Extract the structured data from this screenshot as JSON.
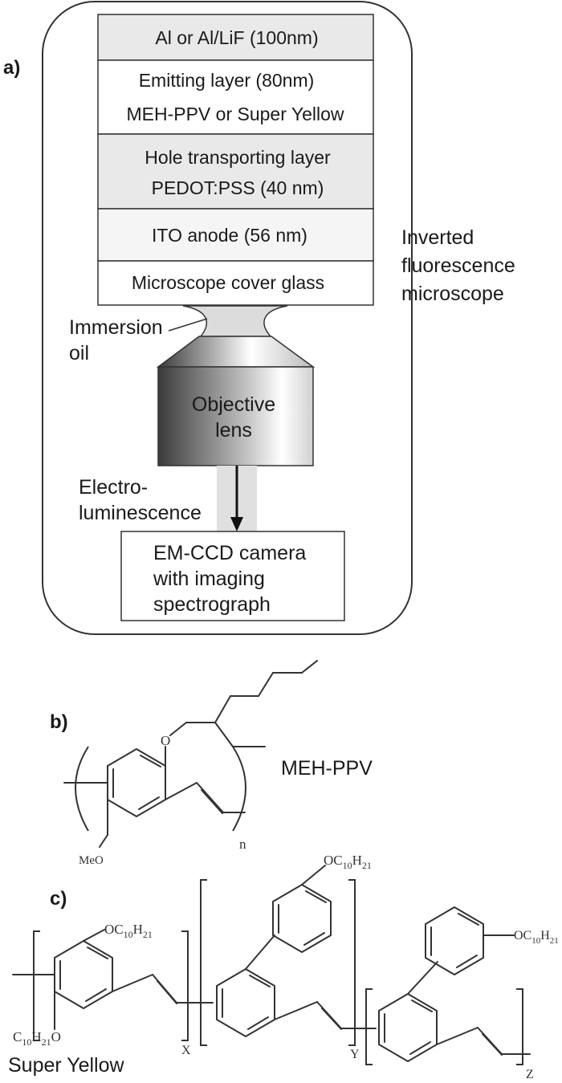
{
  "panels": {
    "a": "a)",
    "b": "b)",
    "c": "c)"
  },
  "stack": {
    "layers": [
      {
        "lines": [
          "Al or Al/LiF  (100nm)"
        ],
        "fill": "#e9e9e9"
      },
      {
        "lines": [
          "Emitting layer (80nm)",
          "MEH-PPV or Super Yellow"
        ],
        "fill": "#ffffff"
      },
      {
        "lines": [
          "Hole transporting layer",
          "PEDOT:PSS   (40 nm)"
        ],
        "fill": "#e9e9e9"
      },
      {
        "lines": [
          "ITO  anode (56 nm)"
        ],
        "fill": "#f5f5f5"
      },
      {
        "lines": [
          "Microscope cover glass"
        ],
        "fill": "#ffffff"
      }
    ]
  },
  "microscope_label": [
    "Inverted",
    "fluorescence",
    "microscope"
  ],
  "immersion_oil": [
    "Immersion",
    "oil"
  ],
  "objective": [
    "Objective",
    "lens"
  ],
  "electroluminescence": [
    "Electro-",
    "luminescence"
  ],
  "camera": [
    "EM-CCD camera",
    "with imaging",
    "spectrograph"
  ],
  "meh_ppv": {
    "name": "MEH-PPV",
    "meo": "MeO",
    "n": "n"
  },
  "super_yellow": {
    "name": "Super Yellow",
    "oc": "OC",
    "c10": "10",
    "h": "H",
    "h21": "21",
    "c": "C",
    "o": "O",
    "x": "X",
    "y": "Y",
    "z": "Z"
  },
  "colors": {
    "oil": "#dcdcdc",
    "beam": "#e0e0e0",
    "line": "#333333"
  }
}
